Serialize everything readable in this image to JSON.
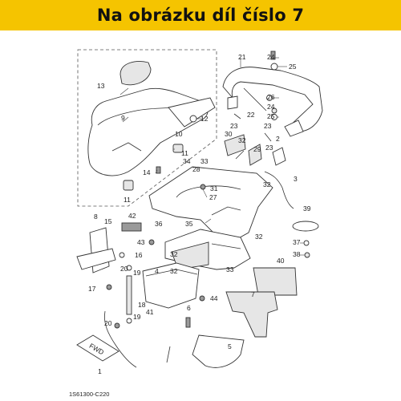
{
  "banner": {
    "title": "Na obrázku díl číslo 7",
    "color": "#f5c400"
  },
  "diagram": {
    "code": "1S61300-C220",
    "fwd_label": "FWD",
    "callouts": [
      "1",
      "2",
      "3",
      "4",
      "5",
      "6",
      "7",
      "8",
      "9",
      "10",
      "11",
      "11",
      "12",
      "13",
      "14",
      "15",
      "16",
      "17",
      "18",
      "19",
      "19",
      "20",
      "20",
      "21",
      "22",
      "23",
      "23",
      "23",
      "24",
      "24",
      "25",
      "25",
      "26",
      "27",
      "28",
      "29",
      "30",
      "31",
      "32",
      "32",
      "32",
      "32",
      "32",
      "33",
      "33",
      "34",
      "35",
      "36",
      "37",
      "38",
      "39",
      "40",
      "41",
      "42",
      "43",
      "44"
    ]
  }
}
